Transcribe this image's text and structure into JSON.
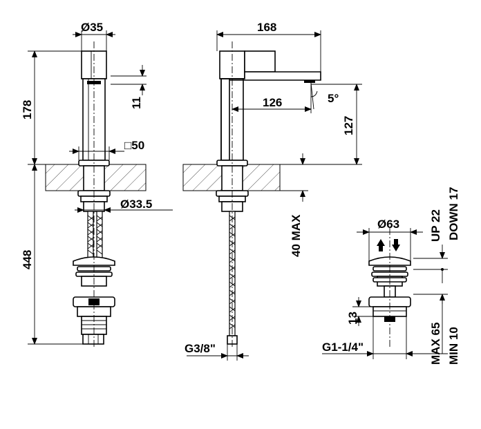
{
  "dimensions": {
    "outlet_diameter": "Ø35",
    "total_length": "168",
    "body_height": "178",
    "spout_thickness": "11",
    "spout_reach": "126",
    "spout_angle": "5°",
    "spout_height": "127",
    "base_square": "□50",
    "shank_diameter": "Ø33.5",
    "hose_length": "448",
    "max_counter_thickness": "40 MAX",
    "hose_thread": "G3/8\"",
    "waste_diameter": "Ø63",
    "waste_up": "UP 22",
    "waste_down": "DOWN 17",
    "waste_height": "13",
    "waste_thread": "G1-1/4\"",
    "waste_max": "MAX 65",
    "waste_min": "MIN 10"
  }
}
